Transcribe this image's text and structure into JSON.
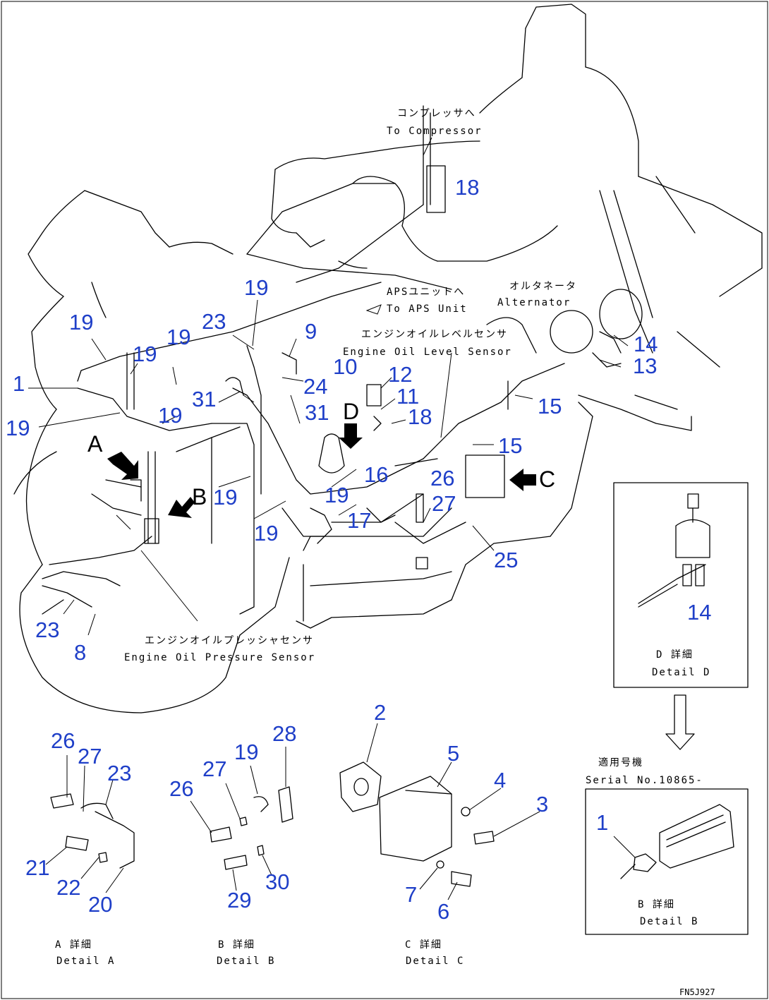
{
  "labels": {
    "compressor_jp": "コンプレッサへ",
    "compressor_en": "To Compressor",
    "aps_jp": "APSユニットへ",
    "aps_en": "To APS Unit",
    "alternator_jp": "オルタネータ",
    "alternator_en": "Alternator",
    "level_sensor_jp": "エンジンオイルレベルセンサ",
    "level_sensor_en": "Engine Oil Level Sensor",
    "pressure_sensor_jp": "エンジンオイルプレッシャセンサ",
    "pressure_sensor_en": "Engine Oil Pressure Sensor",
    "serial_jp": "適用号機",
    "serial_en": "Serial No.10865-"
  },
  "view_letters": [
    "A",
    "B",
    "C",
    "D"
  ],
  "details": {
    "a_jp": "A 詳細",
    "a_en": "Detail A",
    "b_jp": "B 詳細",
    "b_en": "Detail B",
    "c_jp": "C 詳細",
    "c_en": "Detail C",
    "d_jp": "D 詳細",
    "d_en": "Detail D",
    "inset_d_jp": "D 詳細",
    "inset_d_en": "Detail D",
    "inset_b_jp": "B 詳細",
    "inset_b_en": "Detail B"
  },
  "part_numbers": {
    "p18a": "18",
    "p19a": "19",
    "p23a": "23",
    "p19b": "19",
    "p19c": "19",
    "p19d": "19",
    "p9": "9",
    "p14": "14",
    "p13": "13",
    "p1": "1",
    "p10": "10",
    "p12": "12",
    "p11": "11",
    "p24": "24",
    "p31a": "31",
    "p31b": "31",
    "p18b": "18",
    "p15a": "15",
    "p15b": "15",
    "p19e": "19",
    "p19f": "19",
    "p16": "16",
    "p26a": "26",
    "p27a": "27",
    "p19g": "19",
    "p19h": "19",
    "p17": "17",
    "p25": "25",
    "p19i": "19",
    "p23b": "23",
    "p8": "8",
    "p14b": "14",
    "p2": "2",
    "p5": "5",
    "p4": "4",
    "p3": "3",
    "p7": "7",
    "p6": "6",
    "p26b": "26",
    "p27b": "27",
    "p23c": "23",
    "p21": "21",
    "p22": "22",
    "p20": "20",
    "p26c": "26",
    "p27c": "27",
    "p19j": "19",
    "p28": "28",
    "p29": "29",
    "p30": "30",
    "p1b": "1"
  },
  "drawing_code": "FN5J927"
}
